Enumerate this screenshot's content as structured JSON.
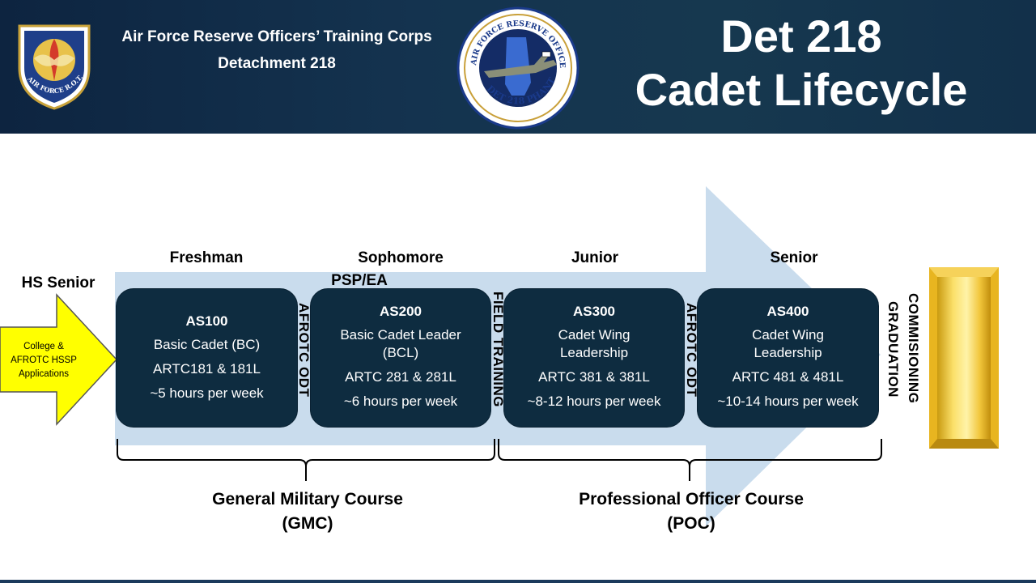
{
  "header": {
    "org_line1": "Air Force Reserve Officers’ Training Corps",
    "org_line2": "Detachment 218",
    "title_line1": "Det 218",
    "title_line2": "Cadet Lifecycle",
    "left_logo_text": "AIR FORCE R.O.T.C.",
    "seal_text_top": "AIR FORCE RESERVE OFFICER TRAINING CORPS",
    "seal_text_bottom": "DET 218 PHANTOMS"
  },
  "entry": {
    "label": "HS Senior",
    "arrow_line1": "College &",
    "arrow_line2": "AFROTC HSSP",
    "arrow_line3": "Applications"
  },
  "years": {
    "freshman": "Freshman",
    "sophomore": "Sophomore",
    "junior": "Junior",
    "senior": "Senior"
  },
  "psp_label": "PSP/EA",
  "boxes": [
    {
      "code": "AS100",
      "title1": "Basic Cadet  (BC)",
      "title2": "",
      "artc": "ARTC181 & 181L",
      "hours": "~5 hours per week"
    },
    {
      "code": "AS200",
      "title1": "Basic Cadet Leader",
      "title2": "(BCL)",
      "artc": "ARTC 281 & 281L",
      "hours": "~6 hours per week"
    },
    {
      "code": "AS300",
      "title1": "Cadet Wing",
      "title2": "Leadership",
      "artc": "ARTC 381 & 381L",
      "hours": "~8-12 hours per week"
    },
    {
      "code": "AS400",
      "title1": "Cadet Wing",
      "title2": "Leadership",
      "artc": "ARTC 481 & 481L",
      "hours": "~10-14 hours per week"
    }
  ],
  "vertical_labels": {
    "odt1": "AFROTC ODT",
    "field_training": "FIELD TRAINING",
    "odt2": "AFROTC ODT",
    "commissioning": "COMMISIONING",
    "graduation": "GRADUATION"
  },
  "courses": {
    "gmc_line1": "General Military Course",
    "gmc_line2": "(GMC)",
    "poc_line1": "Professional Officer Course",
    "poc_line2": "(POC)"
  },
  "colors": {
    "header_bg": "#14334f",
    "box_bg": "#0e2c40",
    "big_arrow": "#c9dced",
    "entry_arrow": "#ffff00",
    "gold_bar": "#f2c530"
  }
}
